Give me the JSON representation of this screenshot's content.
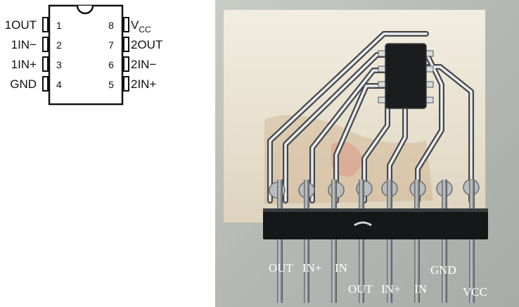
{
  "pinout": {
    "left_pins": [
      {
        "number": "1",
        "label": "1OUT"
      },
      {
        "number": "2",
        "label": "1IN−"
      },
      {
        "number": "3",
        "label": "1IN+"
      },
      {
        "number": "4",
        "label": "GND"
      }
    ],
    "right_pins": [
      {
        "number": "8",
        "label": "V",
        "sub": "CC"
      },
      {
        "number": "7",
        "label": "2OUT"
      },
      {
        "number": "6",
        "label": "2IN−"
      },
      {
        "number": "5",
        "label": "2IN+"
      }
    ]
  },
  "photo": {
    "header_labels": {
      "row1": [
        "OUT",
        "IN+",
        "IN"
      ],
      "row2": [
        "OUT",
        "IN+",
        "IN"
      ],
      "gnd": "GND",
      "vcc": "VCC"
    }
  }
}
